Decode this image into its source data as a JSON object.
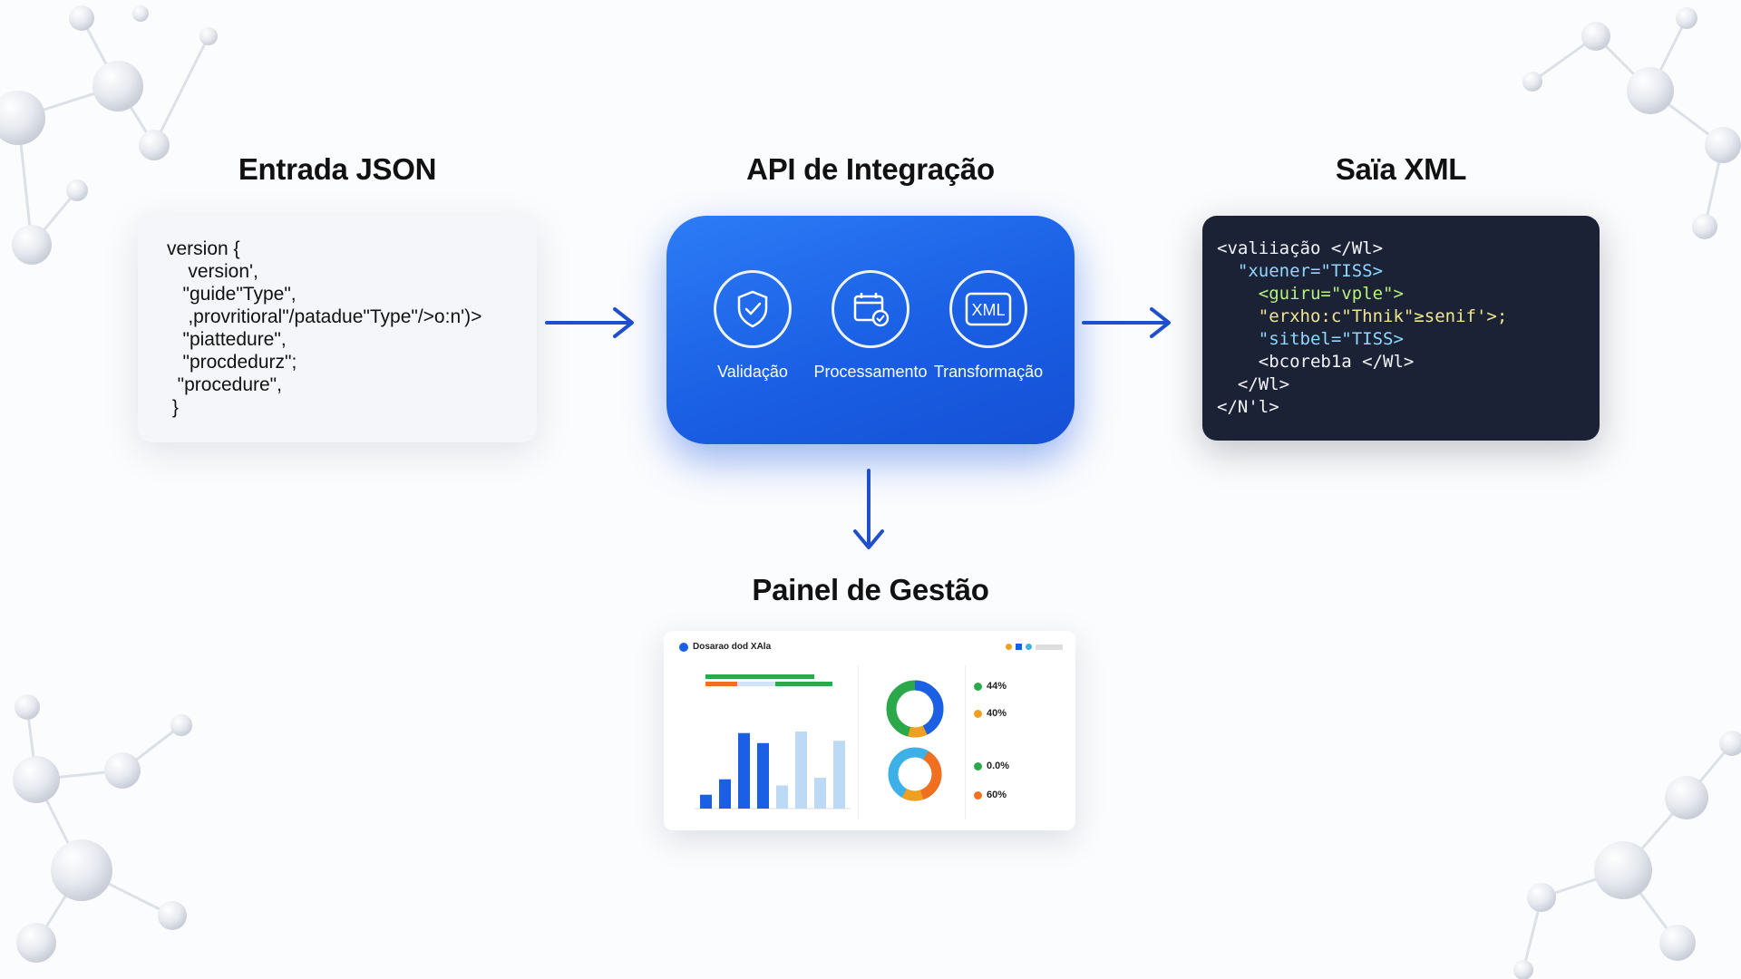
{
  "titles": {
    "input": "Entrada JSON",
    "api": "API de Integração",
    "output": "Saïa XML",
    "dashboard": "Painel de Gestão"
  },
  "json_lines": [
    "version {",
    "    version',",
    "   \"guide\"Type\",",
    "    ,provritioral\"/patadue\"Type\"/>o:n')>",
    "   \"piattedure\",",
    "   \"procdedurz\";",
    "  \"procedure\",",
    " }"
  ],
  "stages": [
    {
      "label": "Validação",
      "icon": "shield-check-icon"
    },
    {
      "label": "Processamento",
      "icon": "calendar-check-icon"
    },
    {
      "label": "Transformação",
      "icon": "xml-file-icon"
    }
  ],
  "xml_icon_text": "XML",
  "xml_lines": [
    {
      "text": "<valiiação </Wl>",
      "color": "#f2f4f8"
    },
    {
      "text": "  \"xuener=\"TISS>",
      "color": "#8fd8ff"
    },
    {
      "text": "    <guiru=\"vple\">",
      "color": "#b8f080"
    },
    {
      "text": "    \"erxho:c\"Thnik\"≥senif'>;",
      "color": "#f0e68c"
    },
    {
      "text": "    \"sitbel=\"TISS>",
      "color": "#8fd8ff"
    },
    {
      "text": "    <bcoreb1a </Wl>",
      "color": "#f2f4f8"
    },
    {
      "text": "  </Wl>",
      "color": "#f2f4f8"
    },
    {
      "text": "</N'l>",
      "color": "#f2f4f8"
    }
  ],
  "dashboard": {
    "title": "Dosarao dod XAla",
    "percentages": [
      "44%",
      "40%",
      "0.0%",
      "60%"
    ],
    "bars": [
      0.18,
      0.38,
      0.98,
      0.85,
      0.3,
      1.0,
      0.4,
      0.88
    ]
  },
  "colors": {
    "api_blue": "#1a5fe4",
    "xml_bg": "#1b2235",
    "arrow": "#1f4fcc"
  }
}
